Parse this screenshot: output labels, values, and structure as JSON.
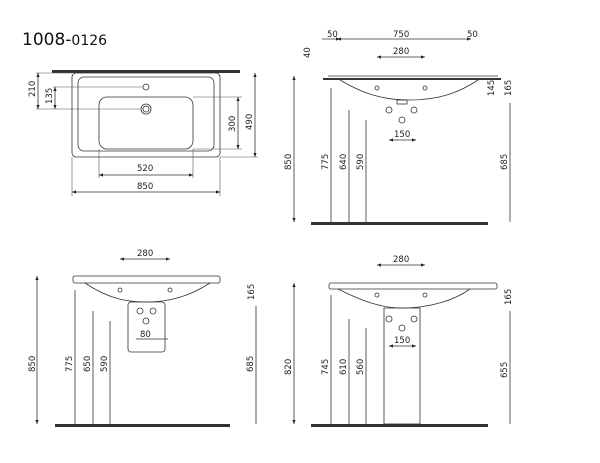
{
  "title": {
    "main": "1008-",
    "suffix": "0126"
  },
  "views": {
    "top": {
      "dims": {
        "hole_from_wall": "210",
        "tap_hole_offset": "135",
        "bowl_depth": "300",
        "overall_depth": "490",
        "bowl_width": "520",
        "overall_width": "850"
      }
    },
    "front_bracket": {
      "dims": {
        "left_margin": "50",
        "bracket_span": "750",
        "right_margin": "50",
        "top_thickness": "40",
        "tap_spacing": "280",
        "rim_to_tap": "145",
        "rim_to_waste": "165",
        "rim_height": "850",
        "tap_height": "775",
        "supply_high": "640",
        "waste_low": "590",
        "waste_from_floor": "685",
        "supply_spacing": "150"
      }
    },
    "front_semi_pedestal": {
      "dims": {
        "tap_spacing": "280",
        "rim_to_waste": "165",
        "rim_height": "850",
        "tap_height": "775",
        "supply_high": "650",
        "waste_low": "590",
        "supply_spacing": "80",
        "waste_from_floor": "685"
      }
    },
    "front_pedestal": {
      "dims": {
        "tap_spacing": "280",
        "rim_to_waste": "165",
        "rim_height": "820",
        "tap_height": "745",
        "supply_high": "610",
        "waste_low": "560",
        "supply_spacing": "150",
        "waste_from_floor": "655"
      }
    }
  }
}
